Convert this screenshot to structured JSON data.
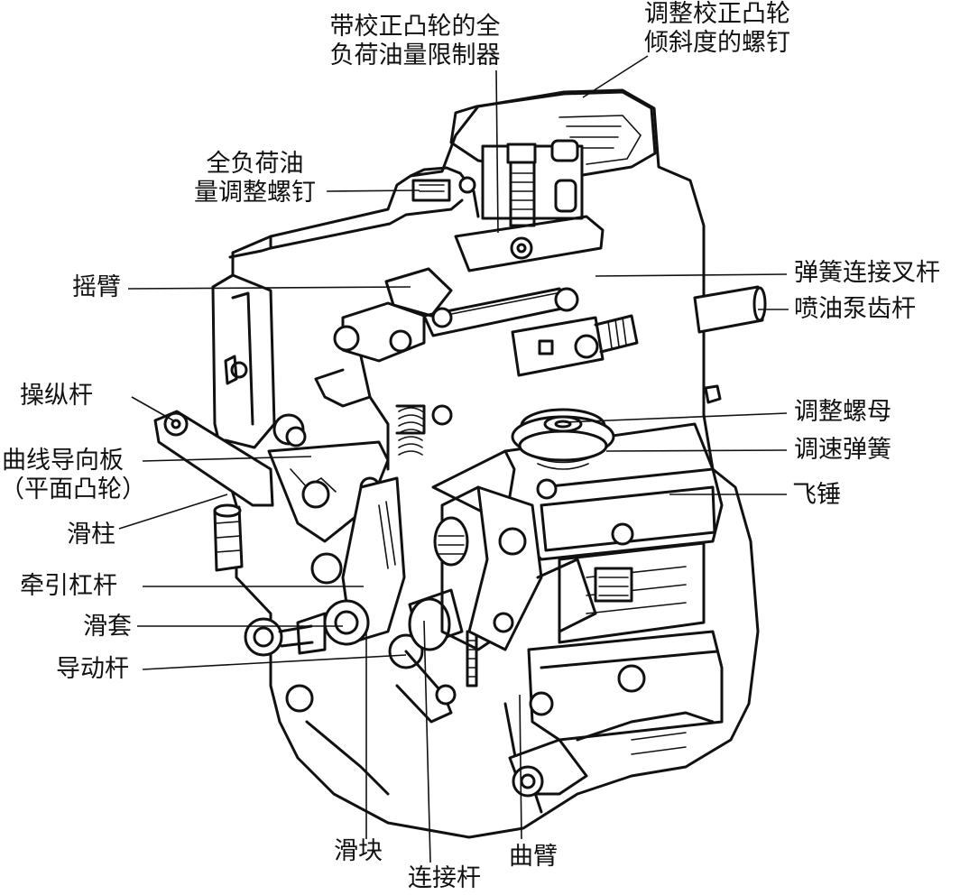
{
  "labels": {
    "top_limiter": [
      "带校正凸轮的全",
      "负荷油量限制器"
    ],
    "top_screw": [
      "调整校正凸轮",
      "倾斜度的螺钉"
    ],
    "full_load_screw": [
      "全负荷油",
      "量调整螺钉"
    ],
    "rocker_arm": "摇臂",
    "spring_fork": "弹簧连接叉杆",
    "pump_rack": "喷油泵齿杆",
    "control_lever": "操纵杆",
    "adjust_nut": "调整螺母",
    "guide_plate": "曲线导向板",
    "plane_cam": "（平面凸轮）",
    "speed_spring": "调速弹簧",
    "flyweight": "飞锤",
    "slide_column": "滑柱",
    "traction_lever": "牵引杠杆",
    "sleeve": "滑套",
    "guide_rod": "导动杆",
    "slider": "滑块",
    "link_rod": "连接杆",
    "bell_crank": "曲臂"
  }
}
